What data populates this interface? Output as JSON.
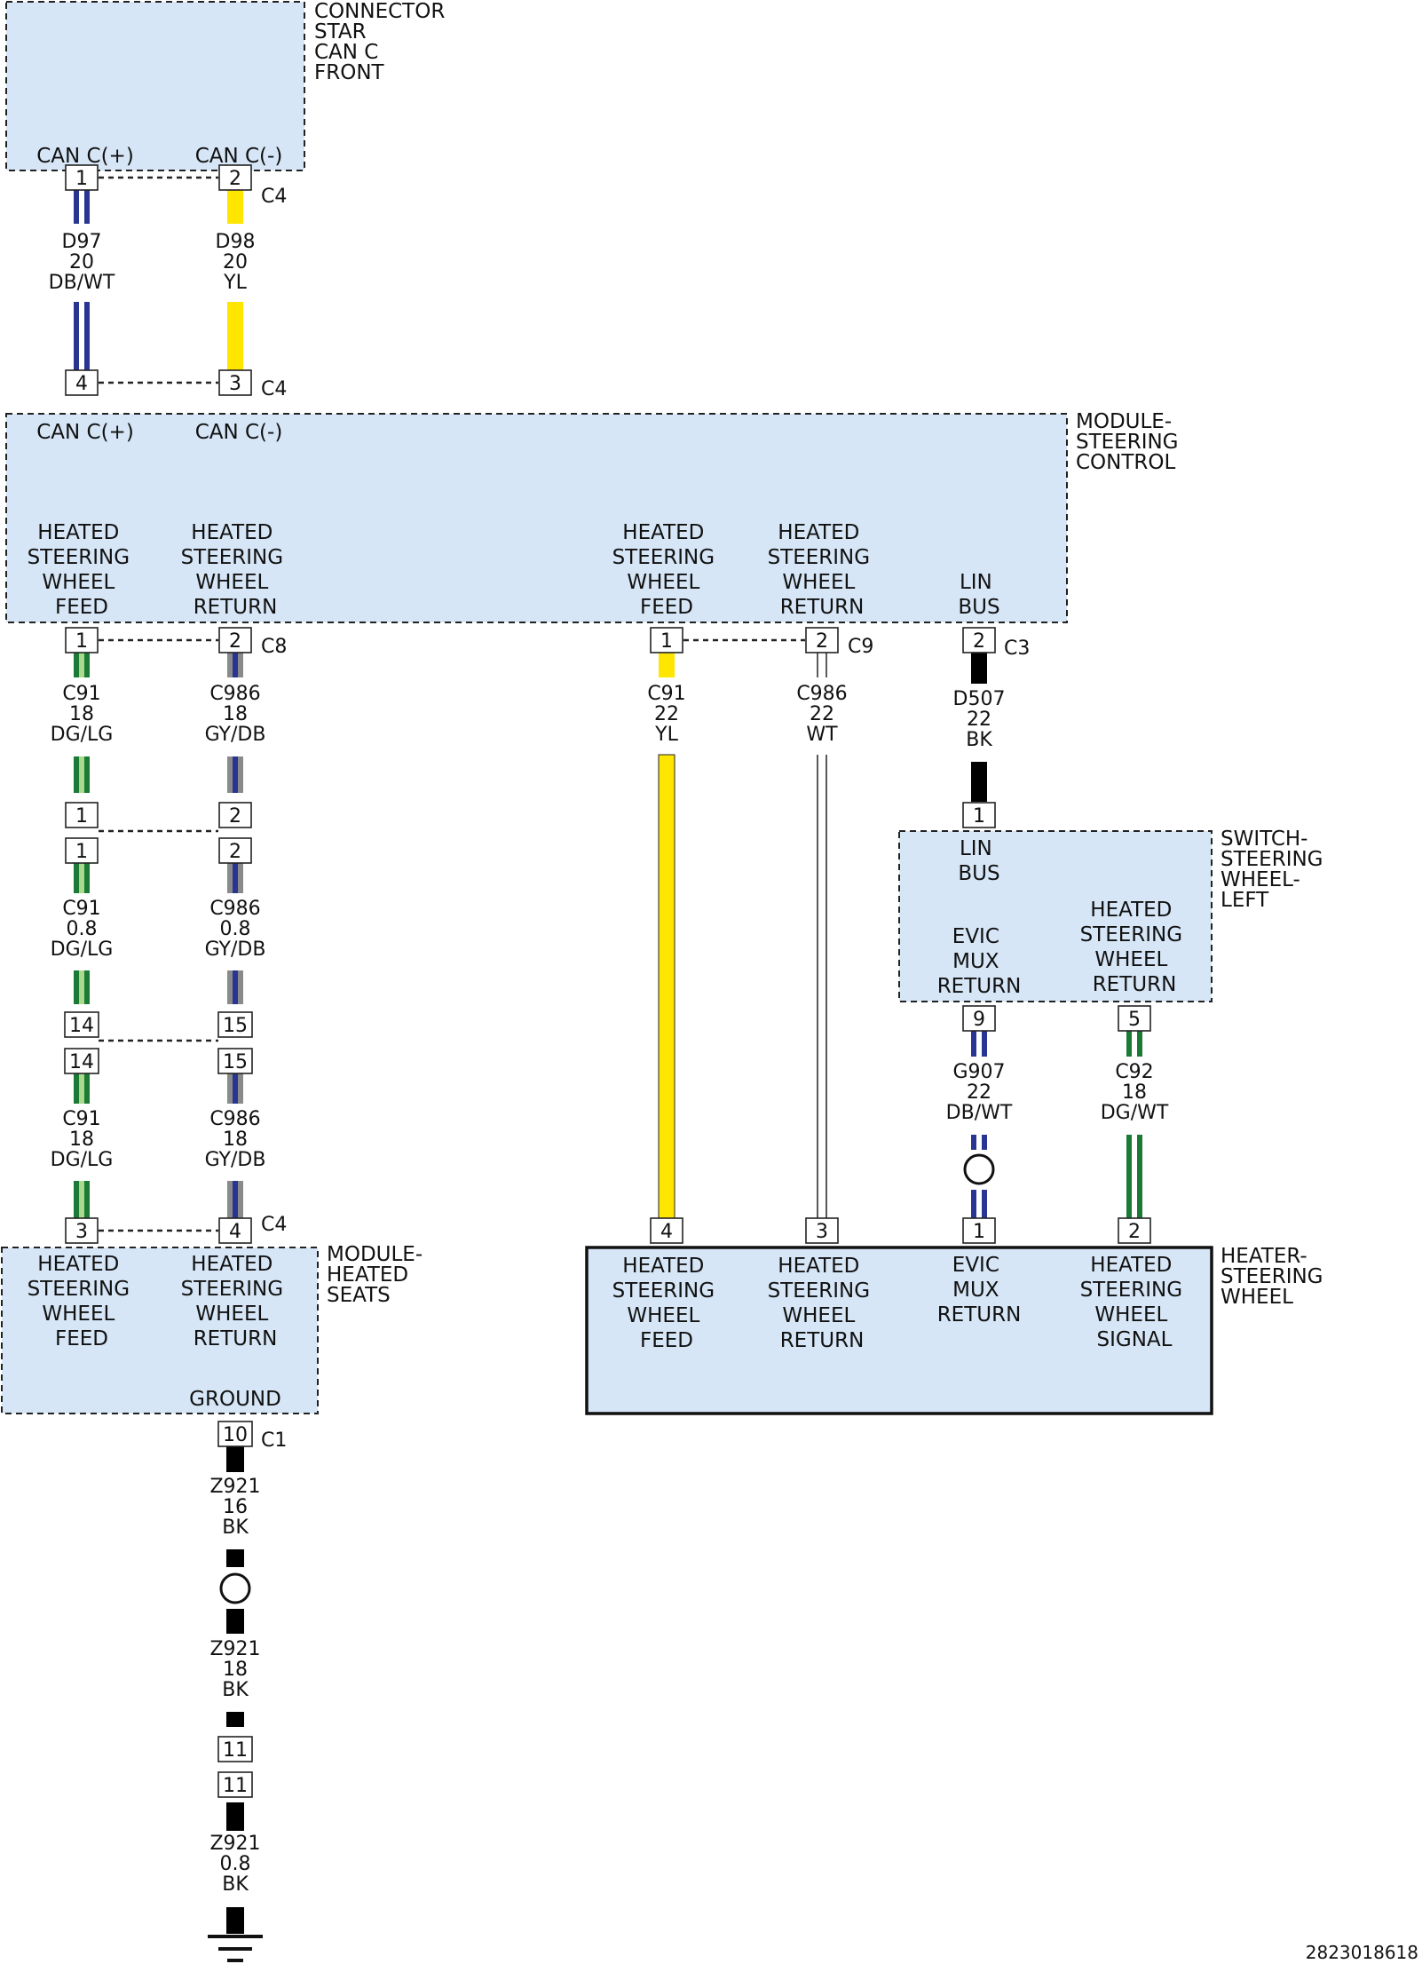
{
  "colors": {
    "DB": "#283593",
    "WT": "#ffffff",
    "YL": "#ffe600",
    "DG": "#1b7a34",
    "LG": "#a9d98c",
    "GY": "#8a8a8a",
    "BK": "#000000",
    "box_fill": "#d6e6f6"
  },
  "components": {
    "connector_star": {
      "name": [
        "CONNECTOR",
        "STAR",
        "CAN C",
        "FRONT"
      ],
      "pins": [
        "CAN C(+)",
        "CAN C(-)"
      ]
    },
    "module_steering": {
      "name": [
        "MODULE-",
        "STEERING",
        "CONTROL"
      ],
      "top_pins": [
        "CAN C(+)",
        "CAN C(-)"
      ],
      "pin_labels": [
        [
          "HEATED",
          "STEERING",
          "WHEEL",
          "FEED"
        ],
        [
          "HEATED",
          "STEERING",
          "WHEEL",
          "RETURN"
        ],
        [
          "HEATED",
          "STEERING",
          "WHEEL",
          "FEED"
        ],
        [
          "HEATED",
          "STEERING",
          "WHEEL",
          "RETURN"
        ],
        [
          "LIN",
          "BUS"
        ]
      ]
    },
    "switch_left": {
      "name": [
        "SWITCH-",
        "STEERING",
        "WHEEL-",
        "LEFT"
      ],
      "labels": [
        [
          "LIN",
          "BUS"
        ],
        [
          "EVIC",
          "MUX",
          "RETURN"
        ],
        [
          "HEATED",
          "STEERING",
          "WHEEL",
          "RETURN"
        ]
      ]
    },
    "module_seats": {
      "name": [
        "MODULE-",
        "HEATED",
        "SEATS"
      ],
      "labels": [
        [
          "HEATED",
          "STEERING",
          "WHEEL",
          "FEED"
        ],
        [
          "HEATED",
          "STEERING",
          "WHEEL",
          "RETURN"
        ],
        [
          "GROUND"
        ]
      ]
    },
    "heater": {
      "name": [
        "HEATER-",
        "STEERING",
        "WHEEL"
      ],
      "labels": [
        [
          "HEATED",
          "STEERING",
          "WHEEL",
          "FEED"
        ],
        [
          "HEATED",
          "STEERING",
          "WHEEL",
          "RETURN"
        ],
        [
          "EVIC",
          "MUX",
          "RETURN"
        ],
        [
          "HEATED",
          "STEERING",
          "WHEEL",
          "SIGNAL"
        ]
      ]
    }
  },
  "pins": [
    {
      "id": "p1",
      "num": "1"
    },
    {
      "id": "p2",
      "num": "2"
    },
    {
      "id": "p3",
      "num": "4"
    },
    {
      "id": "p4",
      "num": "3"
    },
    {
      "id": "p5",
      "num": "1"
    },
    {
      "id": "p6",
      "num": "2"
    },
    {
      "id": "p7",
      "num": "1"
    },
    {
      "id": "p8",
      "num": "2"
    },
    {
      "id": "p9",
      "num": "2"
    },
    {
      "id": "p10",
      "num": "1"
    },
    {
      "id": "p11",
      "num": "2"
    },
    {
      "id": "p12",
      "num": "1"
    },
    {
      "id": "p13",
      "num": "2"
    },
    {
      "id": "p14",
      "num": "14"
    },
    {
      "id": "p15",
      "num": "15"
    },
    {
      "id": "p16",
      "num": "14"
    },
    {
      "id": "p17",
      "num": "15"
    },
    {
      "id": "p18",
      "num": "3"
    },
    {
      "id": "p19",
      "num": "4"
    },
    {
      "id": "p20",
      "num": "1"
    },
    {
      "id": "p21",
      "num": "9"
    },
    {
      "id": "p22",
      "num": "5"
    },
    {
      "id": "p23",
      "num": "4"
    },
    {
      "id": "p24",
      "num": "3"
    },
    {
      "id": "p25",
      "num": "1"
    },
    {
      "id": "p26",
      "num": "2"
    },
    {
      "id": "p27",
      "num": "10"
    },
    {
      "id": "p28",
      "num": "11"
    },
    {
      "id": "p29",
      "num": "11"
    }
  ],
  "connectors": [
    "C4",
    "C4",
    "C8",
    "C9",
    "C3",
    "C4",
    "C1"
  ],
  "wires": [
    {
      "id": "w1",
      "circuit": "D97",
      "gauge": "20",
      "color": "DB/WT"
    },
    {
      "id": "w2",
      "circuit": "D98",
      "gauge": "20",
      "color": "YL"
    },
    {
      "id": "w3",
      "circuit": "C91",
      "gauge": "18",
      "color": "DG/LG"
    },
    {
      "id": "w4",
      "circuit": "C986",
      "gauge": "18",
      "color": "GY/DB"
    },
    {
      "id": "w5",
      "circuit": "C91",
      "gauge": "22",
      "color": "YL"
    },
    {
      "id": "w6",
      "circuit": "C986",
      "gauge": "22",
      "color": "WT"
    },
    {
      "id": "w7",
      "circuit": "D507",
      "gauge": "22",
      "color": "BK"
    },
    {
      "id": "w8",
      "circuit": "C91",
      "gauge": "0.8",
      "color": "DG/LG"
    },
    {
      "id": "w9",
      "circuit": "C986",
      "gauge": "0.8",
      "color": "GY/DB"
    },
    {
      "id": "w10",
      "circuit": "C91",
      "gauge": "18",
      "color": "DG/LG"
    },
    {
      "id": "w11",
      "circuit": "C986",
      "gauge": "18",
      "color": "GY/DB"
    },
    {
      "id": "w12",
      "circuit": "G907",
      "gauge": "22",
      "color": "DB/WT"
    },
    {
      "id": "w13",
      "circuit": "C92",
      "gauge": "18",
      "color": "DG/WT"
    },
    {
      "id": "w14",
      "circuit": "Z921",
      "gauge": "16",
      "color": "BK"
    },
    {
      "id": "w15",
      "circuit": "Z921",
      "gauge": "18",
      "color": "BK"
    },
    {
      "id": "w16",
      "circuit": "Z921",
      "gauge": "0.8",
      "color": "BK"
    }
  ],
  "figure_id": "2823018618"
}
